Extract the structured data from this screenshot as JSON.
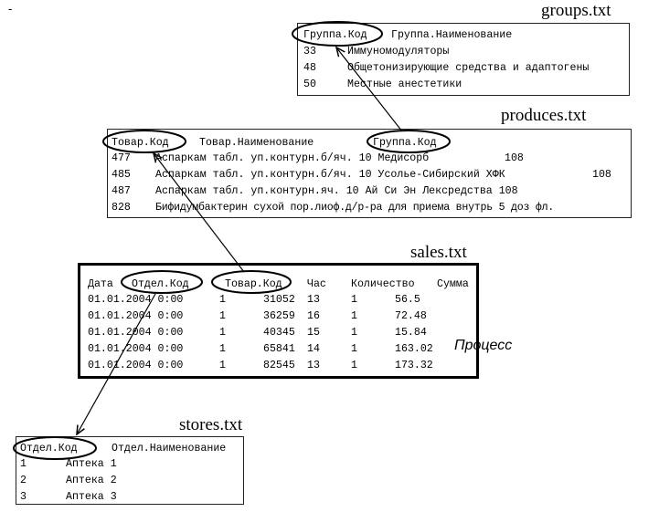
{
  "corner_mark": "-",
  "groups": {
    "title": "groups.txt",
    "header": [
      "Группа.Код",
      "Группа.Наименование"
    ],
    "rows": [
      [
        "33",
        "Иммуномодуляторы"
      ],
      [
        "48",
        "Общетонизирующие средства и адаптогены"
      ],
      [
        "50",
        "Местные анестетики"
      ]
    ]
  },
  "produces": {
    "title": "produces.txt",
    "header": [
      "Товар.Код",
      "Товар.Наименование",
      "Группа.Код"
    ],
    "rows": [
      [
        "477",
        "Аспаркам табл. уп.контурн.б/яч. 10 Медисорб",
        "108"
      ],
      [
        "485",
        "Аспаркам табл. уп.контурн.б/яч. 10 Усолье-Сибирский ХФК",
        "108"
      ],
      [
        "487",
        "Аспаркам табл. уп.контурн.яч. 10 Ай Си Эн Лексредства 108",
        ""
      ],
      [
        "828",
        "Бифидумбактерин сухой пор.лиоф.д/р-ра для приема внутрь 5 доз фл.",
        ""
      ]
    ]
  },
  "sales": {
    "title": "sales.txt",
    "header": [
      "Дата",
      "Отдел.Код",
      "Товар.Код",
      "Час",
      "Количество",
      "Сумма"
    ],
    "rows": [
      [
        "01.01.2004 0:00",
        "1",
        "31052",
        "13",
        "1",
        "56.5"
      ],
      [
        "01.01.2004 0:00",
        "1",
        "36259",
        "16",
        "1",
        "72.48"
      ],
      [
        "01.01.2004 0:00",
        "1",
        "40345",
        "15",
        "1",
        "15.84"
      ],
      [
        "01.01.2004 0:00",
        "1",
        "65841",
        "14",
        "1",
        "163.02"
      ],
      [
        "01.01.2004 0:00",
        "1",
        "82545",
        "13",
        "1",
        "173.32"
      ]
    ],
    "label": "Процесс"
  },
  "stores": {
    "title": "stores.txt",
    "header": [
      "Отдел.Код",
      "Отдел.Наименование"
    ],
    "rows": [
      [
        "1",
        "Аптека 1"
      ],
      [
        "2",
        "Аптека 2"
      ],
      [
        "3",
        "Аптека 3"
      ]
    ]
  }
}
